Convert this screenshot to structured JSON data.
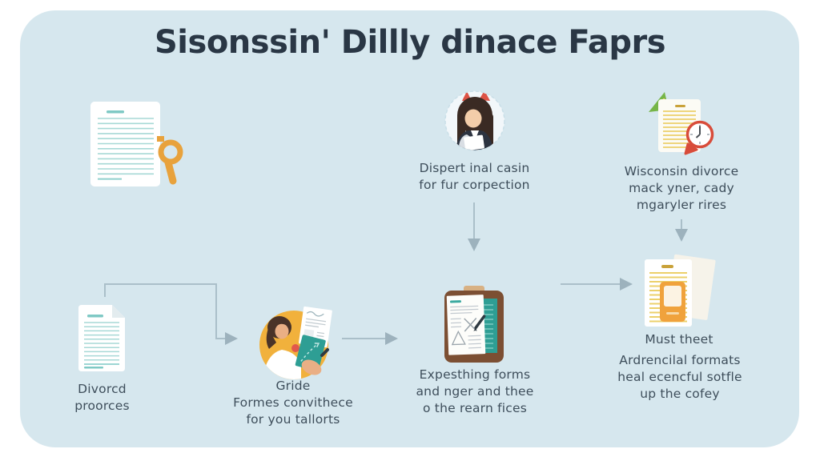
{
  "title": "Sisonssin' Dillly dinace Faprs",
  "colors": {
    "panel_background": "#d6e7ee",
    "title_text": "#2a3745",
    "body_text": "#3e4e5b",
    "arrow": "#aabfc9",
    "teal_lines": "#8fd0cd",
    "orange_accent": "#e8a23c",
    "yellow_lines": "#ecd06b",
    "green_flag": "#76b547",
    "red_clock": "#d84c3a",
    "clipboard_brown": "#7c4f33",
    "teal_sheet": "#2e9e94",
    "guide_circle": "#f1b13c"
  },
  "nodes": {
    "document_search": {
      "icon": "document-magnifier-icon",
      "label": ""
    },
    "expert_review": {
      "icon": "consultant-avatar-icon",
      "label": "Dispert inal casin\nfor fur corpection"
    },
    "divorce_deadline": {
      "icon": "document-clock-icon",
      "label": "Wisconsin divorce\nmack yner, cady\nmgaryler rires"
    },
    "divorce_process": {
      "icon": "document-icon",
      "label": "Divorcd\nproorces"
    },
    "guide_forms": {
      "icon": "guide-person-icon",
      "label": "Gride\nFormes convithece\nfor you tallorts"
    },
    "forms_clipboard": {
      "icon": "clipboard-forms-icon",
      "label": "Expesthing forms\nand nger and thee\no the rearn fices"
    },
    "official_formats": {
      "icon": "documents-stack-icon",
      "heading": "Must theet",
      "label": "Ardrencilal formats\nheal ecencful sotfle\nup the cofey"
    }
  }
}
